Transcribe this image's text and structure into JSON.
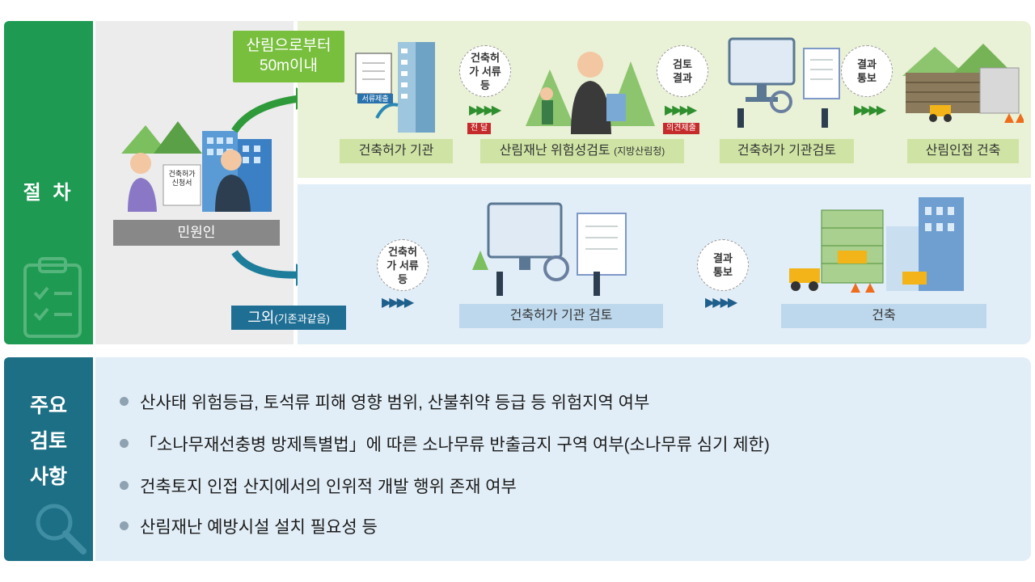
{
  "side": {
    "procedure_title": "절 차",
    "review_title_lines": [
      "주요",
      "검토",
      "사항"
    ]
  },
  "civil": {
    "label": "민원인",
    "document_text": "건축허가 신청서"
  },
  "green_route": {
    "tag_line1": "산림으로부터",
    "tag_line2": "50m이내",
    "submit_tag": "서류제출",
    "bubble1": "건축허가 서류 등",
    "red_tag1": "전 달",
    "bubble2": "검토 결과",
    "red_tag2": "의견제출",
    "bubble3": "결과 통보",
    "step1": "건축허가 기관",
    "step2": "산림재난 위험성검토",
    "step2_sub": "(지방산림청)",
    "step3": "건축허가 기관검토",
    "step4": "산림인접 건축"
  },
  "blue_route": {
    "tag_main": "그외",
    "tag_sub": "(기존과같음)",
    "bubble1": "건축허가 서류 등",
    "bubble2": "결과 통보",
    "step1": "건축허가 기관 검토",
    "step2": "건축"
  },
  "review_items": [
    "산사태 위험등급, 토석류 피해 영향 범위, 산불취약 등급 등 위험지역 여부",
    "「소나무재선충병 방제특별법」에 따른 소나무류 반출금지 구역 여부(소나무류 심기 제한)",
    "건축토지 인접 산지에서의 인위적 개발 행위 존재 여부",
    "산림재난 예방시설 설치 필요성 등"
  ],
  "colors": {
    "procedure_green": "#1e9a52",
    "review_teal": "#1d6f85",
    "green_panel": "#e9f1d6",
    "blue_panel": "#e2eef7"
  }
}
